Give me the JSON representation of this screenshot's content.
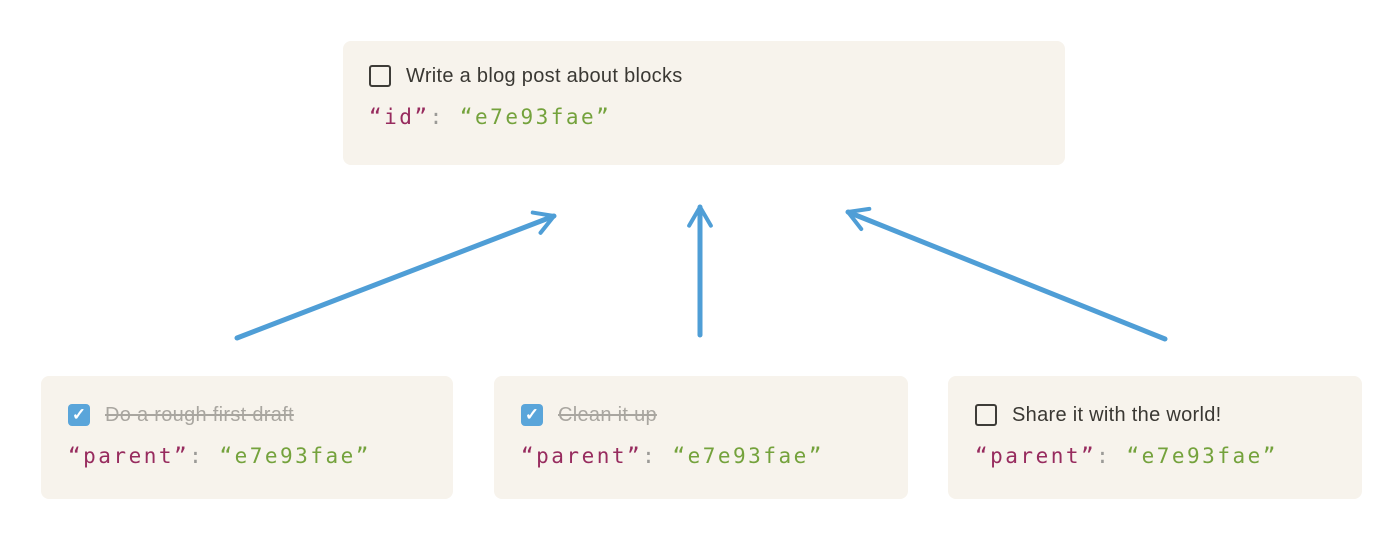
{
  "colors": {
    "page_bg": "#ffffff",
    "card_bg": "#f7f3ec",
    "text": "#3a3833",
    "muted_text": "#a9a6a0",
    "code_key": "#972b5e",
    "code_punct": "#9b9a97",
    "code_value": "#74a23c",
    "arrow": "#4f9ed6",
    "checkbox_checked_bg": "#5aa5da",
    "checkbox_border": "#3e3c38"
  },
  "parent_card": {
    "label": "Write a blog post about blocks",
    "status": "pending",
    "checkbox": "unchecked",
    "check_glyph": "",
    "code": {
      "key": "“id”",
      "colon": ":",
      "value": "“e7e93fae”"
    }
  },
  "child_cards": [
    {
      "label": "Do a rough first draft",
      "status": "completed",
      "checkbox": "checked",
      "check_glyph": "✓",
      "code": {
        "key": "“parent”",
        "colon": ":",
        "value": "“e7e93fae”"
      }
    },
    {
      "label": "Clean it up",
      "status": "completed",
      "checkbox": "checked",
      "check_glyph": "✓",
      "code": {
        "key": "“parent”",
        "colon": ":",
        "value": "“e7e93fae”"
      }
    },
    {
      "label": "Share it with the world!",
      "status": "pending",
      "checkbox": "unchecked",
      "check_glyph": "",
      "code": {
        "key": "“parent”",
        "colon": ":",
        "value": "“e7e93fae”"
      }
    }
  ]
}
